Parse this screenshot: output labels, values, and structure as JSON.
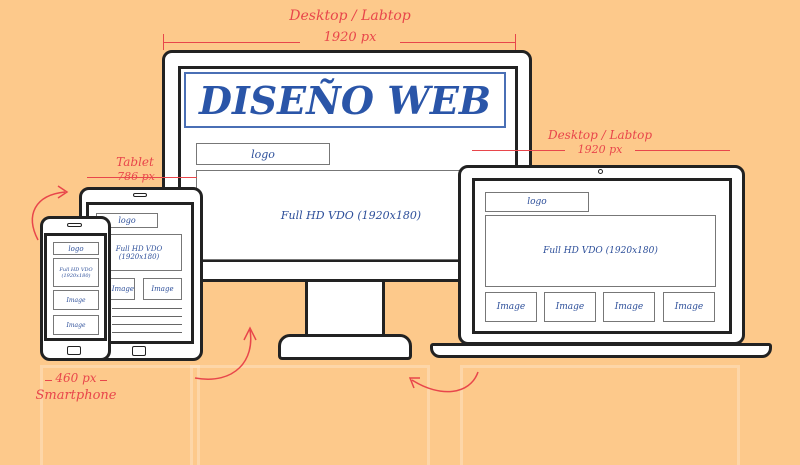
{
  "desktop": {
    "label": "Desktop / Labtop",
    "width": "1920 px",
    "header": "DISEÑO WEB",
    "logo": "logo",
    "video": "Full HD VDO (1920x180)"
  },
  "laptop": {
    "label": "Desktop / Labtop",
    "width": "1920 px",
    "logo": "logo",
    "video": "Full HD VDO (1920x180)",
    "images": [
      "Image",
      "Image",
      "Image",
      "Image"
    ]
  },
  "tablet": {
    "label": "Tablet",
    "width": "786 px",
    "logo": "logo",
    "video": "Full HD VDO",
    "video_size": "(1920x180)",
    "images": [
      "Image",
      "Image"
    ]
  },
  "smartphone": {
    "label": "Smartphone",
    "width": "460 px",
    "logo": "logo",
    "video": "Full HD VDO",
    "video_size": "(1920x180)",
    "images": [
      "Image",
      "Image"
    ]
  },
  "colors": {
    "background": "#fdc98b",
    "annotation": "#e8464b",
    "wireframe_text": "#2d4f9a"
  }
}
